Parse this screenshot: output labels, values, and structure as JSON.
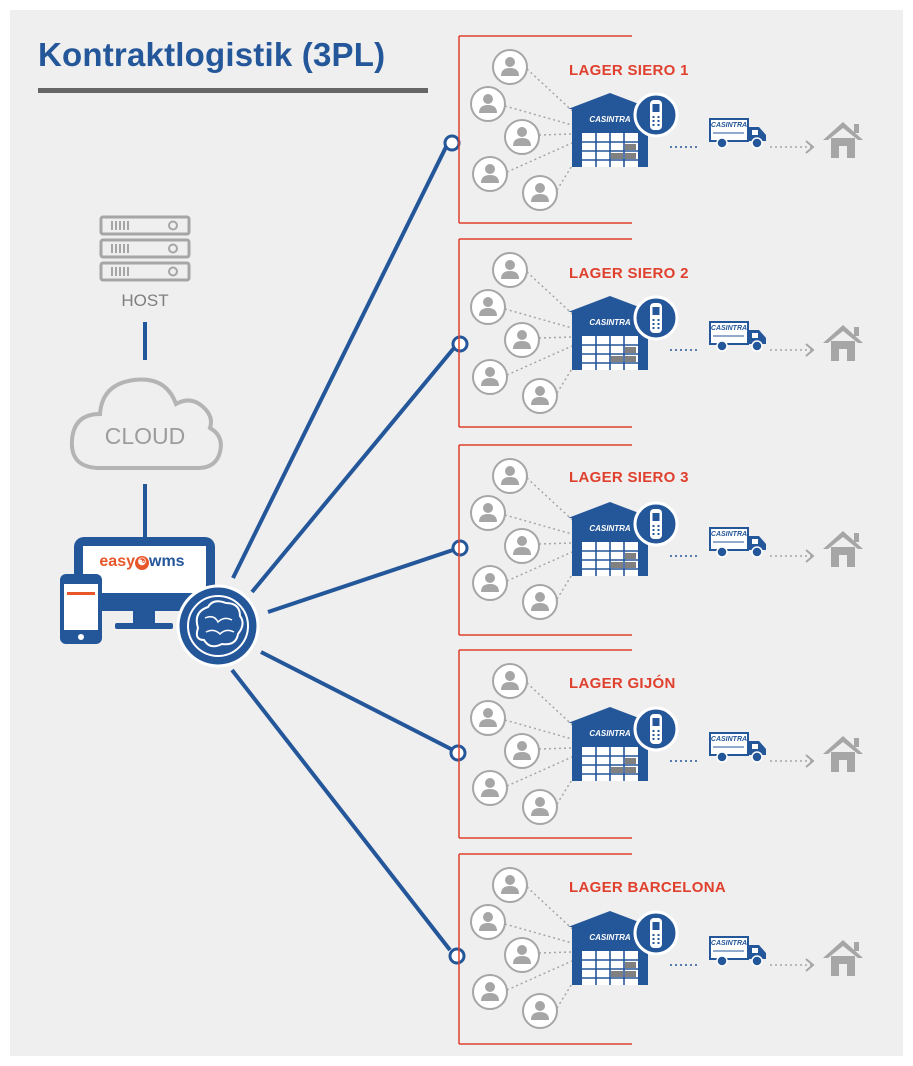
{
  "title": "Kontraktlogistik (3PL)",
  "host_label": "HOST",
  "cloud_label": "CLOUD",
  "brand": {
    "easy": "easy",
    "wms": "wms"
  },
  "colors": {
    "blue": "#24569a",
    "red": "#e0402e",
    "gray": "#a6a6a6",
    "orange": "#e8572a",
    "panel": "#efefef"
  },
  "warehouses": [
    {
      "label": "LAGER SIERO 1"
    },
    {
      "label": "LAGER SIERO 2"
    },
    {
      "label": "LAGER SIERO 3"
    },
    {
      "label": "LAGER GIJÓN"
    },
    {
      "label": "LAGER BARCELONA"
    }
  ],
  "warehouse_sign": "CASINTRA",
  "truck_sign": "CASINTRA",
  "icons": [
    "server-icon",
    "cloud-icon",
    "monitor-icon",
    "smartphone-icon",
    "brain-icon",
    "user-icon",
    "warehouse-icon",
    "handheld-scanner-icon",
    "delivery-truck-icon",
    "house-icon"
  ]
}
